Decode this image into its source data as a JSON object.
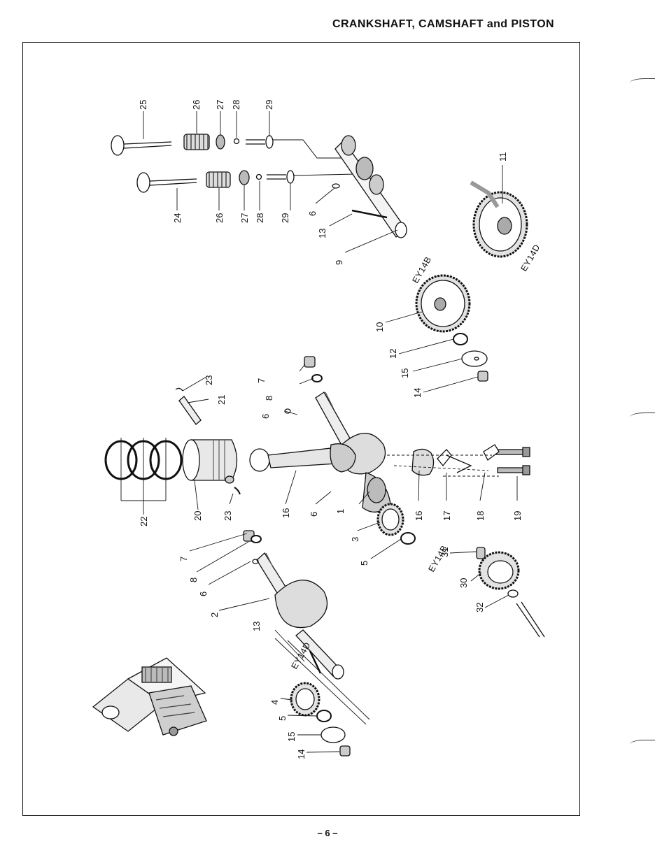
{
  "header": {
    "title": "CRANKSHAFT, CAMSHAFT and PISTON"
  },
  "footer": {
    "page_number": "– 6 –"
  },
  "model_labels": [
    "EY14B",
    "EY14D",
    "EY14B",
    "EY14D"
  ],
  "part_labels": [
    "25",
    "26",
    "27",
    "28",
    "29",
    "24",
    "26",
    "27",
    "28",
    "29",
    "6",
    "13",
    "9",
    "11",
    "10",
    "12",
    "15",
    "14",
    "23",
    "21",
    "7",
    "8",
    "6",
    "22",
    "20",
    "23",
    "16",
    "6",
    "1",
    "16",
    "17",
    "18",
    "19",
    "3",
    "5",
    "7",
    "8",
    "6",
    "2",
    "13",
    "4",
    "5",
    "15",
    "14",
    "31",
    "30",
    "32"
  ]
}
